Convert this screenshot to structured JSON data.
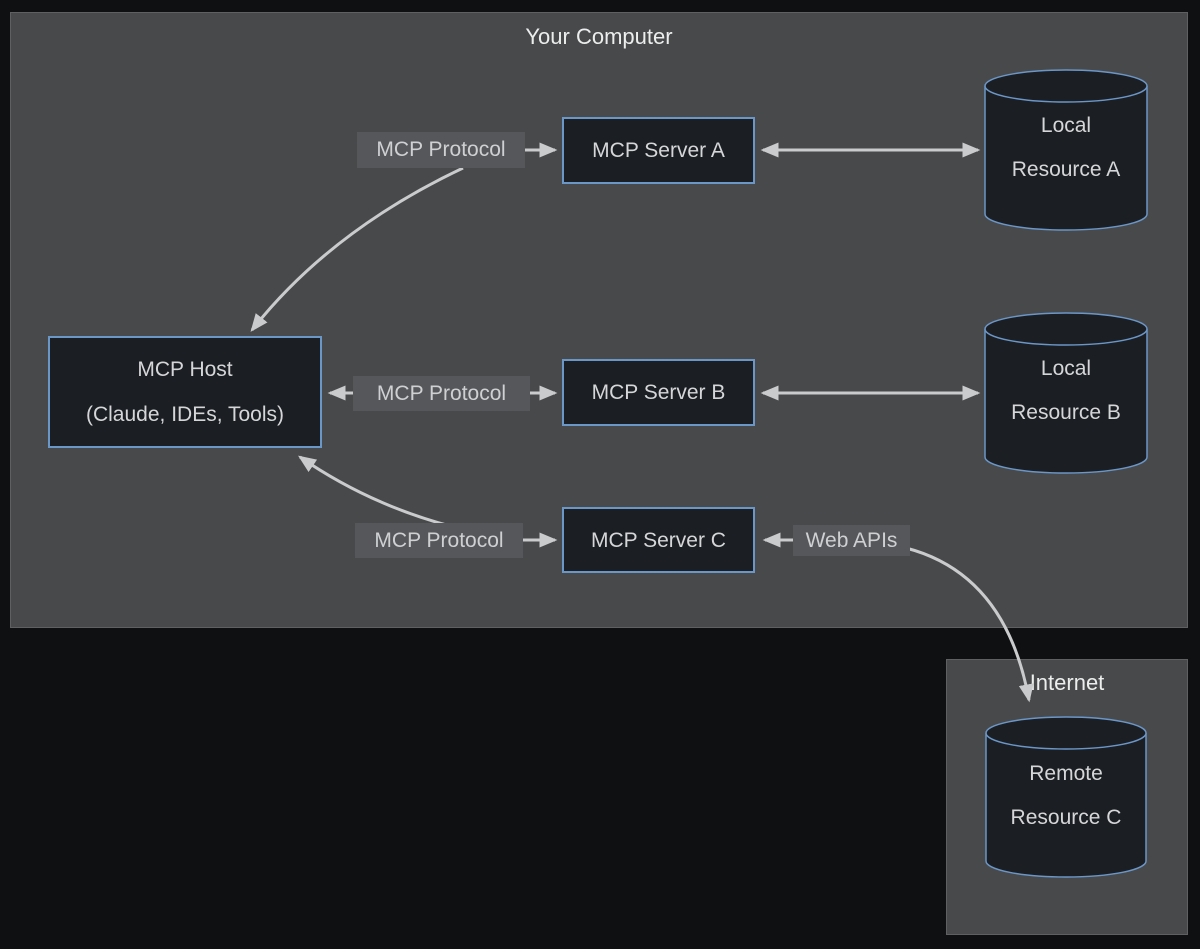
{
  "computer": {
    "title": "Your Computer"
  },
  "internet": {
    "title": "Internet"
  },
  "nodes": {
    "host": {
      "line1": "MCP Host",
      "line2": "(Claude, IDEs, Tools)"
    },
    "server_a": {
      "label": "MCP Server A"
    },
    "server_b": {
      "label": "MCP Server B"
    },
    "server_c": {
      "label": "MCP Server C"
    },
    "resource_a": {
      "line1": "Local",
      "line2": "Resource A"
    },
    "resource_b": {
      "line1": "Local",
      "line2": "Resource B"
    },
    "resource_c": {
      "line1": "Remote",
      "line2": "Resource C"
    }
  },
  "edge_labels": {
    "protocol_a": "MCP Protocol",
    "protocol_b": "MCP Protocol",
    "protocol_c": "MCP Protocol",
    "web_apis": "Web APIs"
  },
  "colors": {
    "background": "#0f1011",
    "container_fill": "#48494b",
    "container_border": "#5e6062",
    "node_fill": "#1b1e22",
    "node_border": "#6b96c8",
    "connector": "#c9cbcd",
    "label_background": "#55575b",
    "text": "#d5d6d8",
    "title_text": "#eceded"
  }
}
